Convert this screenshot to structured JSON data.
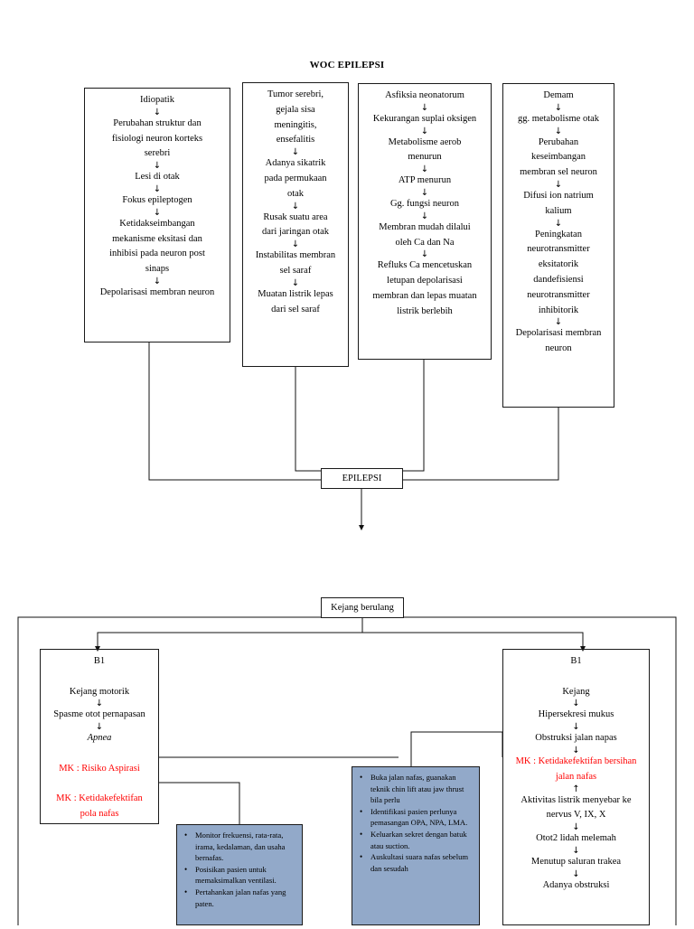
{
  "title": "WOC EPILEPSI",
  "boxes": {
    "idiopatik": {
      "name": "Idiopatik pathway box",
      "lines": [
        {
          "t": "Idiopatik"
        },
        {
          "arrow": true
        },
        {
          "t": "Perubahan struktur dan"
        },
        {
          "t": "fisiologi neuron korteks"
        },
        {
          "t": "serebri"
        },
        {
          "arrow": true
        },
        {
          "t": "Lesi di otak"
        },
        {
          "arrow": true
        },
        {
          "t": "Fokus epileptogen"
        },
        {
          "arrow": true
        },
        {
          "t": "Ketidakseimbangan"
        },
        {
          "t": "mekanisme eksitasi dan"
        },
        {
          "t": "inhibisi pada neuron post"
        },
        {
          "t": "sinaps"
        },
        {
          "arrow": true
        },
        {
          "t": "Depolarisasi membran neuron"
        }
      ]
    },
    "tumor": {
      "name": "Tumor serebri pathway box",
      "lines": [
        {
          "t": "Tumor serebri,"
        },
        {
          "t": "gejala sisa"
        },
        {
          "t": "meningitis,"
        },
        {
          "t": "ensefalitis"
        },
        {
          "arrow": true
        },
        {
          "t": "Adanya sikatrik"
        },
        {
          "t": "pada permukaan"
        },
        {
          "t": "otak"
        },
        {
          "arrow": true
        },
        {
          "t": "Rusak suatu area"
        },
        {
          "t": "dari jaringan otak"
        },
        {
          "arrow": true
        },
        {
          "t": "Instabilitas membran"
        },
        {
          "t": "sel saraf"
        },
        {
          "arrow": true
        },
        {
          "t": "Muatan listrik lepas"
        },
        {
          "t": "dari sel saraf"
        }
      ]
    },
    "asfiksia": {
      "name": "Asfiksia neonatorum pathway box",
      "lines": [
        {
          "t": "Asfiksia neonatorum"
        },
        {
          "arrow": true
        },
        {
          "t": "Kekurangan suplai oksigen"
        },
        {
          "arrow": true
        },
        {
          "t": "Metabolisme aerob"
        },
        {
          "t": "menurun"
        },
        {
          "arrow": true
        },
        {
          "t": "ATP menurun"
        },
        {
          "arrow": true
        },
        {
          "t": "Gg. fungsi neuron"
        },
        {
          "arrow": true
        },
        {
          "t": "Membran mudah dilalui"
        },
        {
          "t": "oleh Ca dan Na"
        },
        {
          "arrow": true
        },
        {
          "t": "Refluks Ca mencetuskan"
        },
        {
          "t": "letupan depolarisasi"
        },
        {
          "t": "membran dan lepas muatan"
        },
        {
          "t": "listrik berlebih"
        }
      ]
    },
    "demam": {
      "name": "Demam pathway box",
      "lines": [
        {
          "t": "Demam"
        },
        {
          "arrow": true
        },
        {
          "t": "gg. metabolisme otak"
        },
        {
          "arrow": true
        },
        {
          "t": "Perubahan"
        },
        {
          "t": "keseimbangan"
        },
        {
          "t": "membran sel neuron"
        },
        {
          "arrow": true
        },
        {
          "t": "Difusi ion natrium"
        },
        {
          "t": "kalium"
        },
        {
          "arrow": true
        },
        {
          "t": "Peningkatan"
        },
        {
          "t": "neurotransmitter"
        },
        {
          "t": "eksitatorik"
        },
        {
          "t": "dandefisiensi"
        },
        {
          "t": "neurotransmitter"
        },
        {
          "t": "inhibitorik"
        },
        {
          "arrow": true
        },
        {
          "t": "Depolarisasi membran"
        },
        {
          "t": "neuron"
        }
      ]
    },
    "b1_left": {
      "name": "B1 breathing left box",
      "lines": [
        {
          "t": "B1"
        },
        {
          "t": ""
        },
        {
          "t": "Kejang motorik"
        },
        {
          "arrow": true
        },
        {
          "t": "Spasme otot pernapasan"
        },
        {
          "arrow": true
        },
        {
          "t": "Apnea",
          "style": "ital"
        },
        {
          "t": ""
        },
        {
          "t": "MK : Risiko Aspirasi",
          "style": "red"
        },
        {
          "t": ""
        },
        {
          "t": "MK : Ketidakefektifan",
          "style": "red"
        },
        {
          "t": "pola nafas",
          "style": "red"
        }
      ]
    },
    "b1_right": {
      "name": "B1 breathing right box",
      "lines": [
        {
          "t": "B1"
        },
        {
          "t": ""
        },
        {
          "t": "Kejang"
        },
        {
          "arrow": true
        },
        {
          "t": "Hipersekresi mukus"
        },
        {
          "arrow": true
        },
        {
          "t": "Obstruksi jalan napas"
        },
        {
          "arrow": true
        },
        {
          "t": "MK : Ketidakefektifan bersihan",
          "style": "red"
        },
        {
          "t": "jalan nafas",
          "style": "red"
        },
        {
          "arrowup": true
        },
        {
          "t": "Aktivitas listrik menyebar ke"
        },
        {
          "t": "nervus V, IX, X"
        },
        {
          "arrow": true
        },
        {
          "t": "Otot2 lidah melemah"
        },
        {
          "arrow": true
        },
        {
          "t": "Menutup saluran trakea"
        },
        {
          "arrow": true
        },
        {
          "t": "Adanya obstruksi"
        }
      ]
    }
  },
  "epilepsi_label": "EPILEPSI",
  "kejang_label": "Kejang berulang",
  "interventions": {
    "left": {
      "name": "Intervensi pola nafas",
      "items": [
        "Monitor frekuensi, rata-rata, irama, kedalaman, dan usaha bernafas.",
        "Posisikan pasien untuk memaksimalkan ventilasi.",
        "Pertahankan jalan nafas yang paten."
      ]
    },
    "right": {
      "name": "Intervensi bersihan jalan nafas",
      "items": [
        "Buka jalan nafas, guanakan teknik chin lift atau jaw thrust bila perlu",
        "Identifikasi pasien perlunya pemasangan OPA, NPA, LMA.",
        "Keluarkan sekret dengan batuk atau suction.",
        "Auskultasi suara nafas sebelum dan sesudah"
      ]
    }
  },
  "colors": {
    "stroke": "#1a1a1a",
    "intervention_fill": "#92a9c9",
    "diagnosis_text": "#ff0000"
  }
}
